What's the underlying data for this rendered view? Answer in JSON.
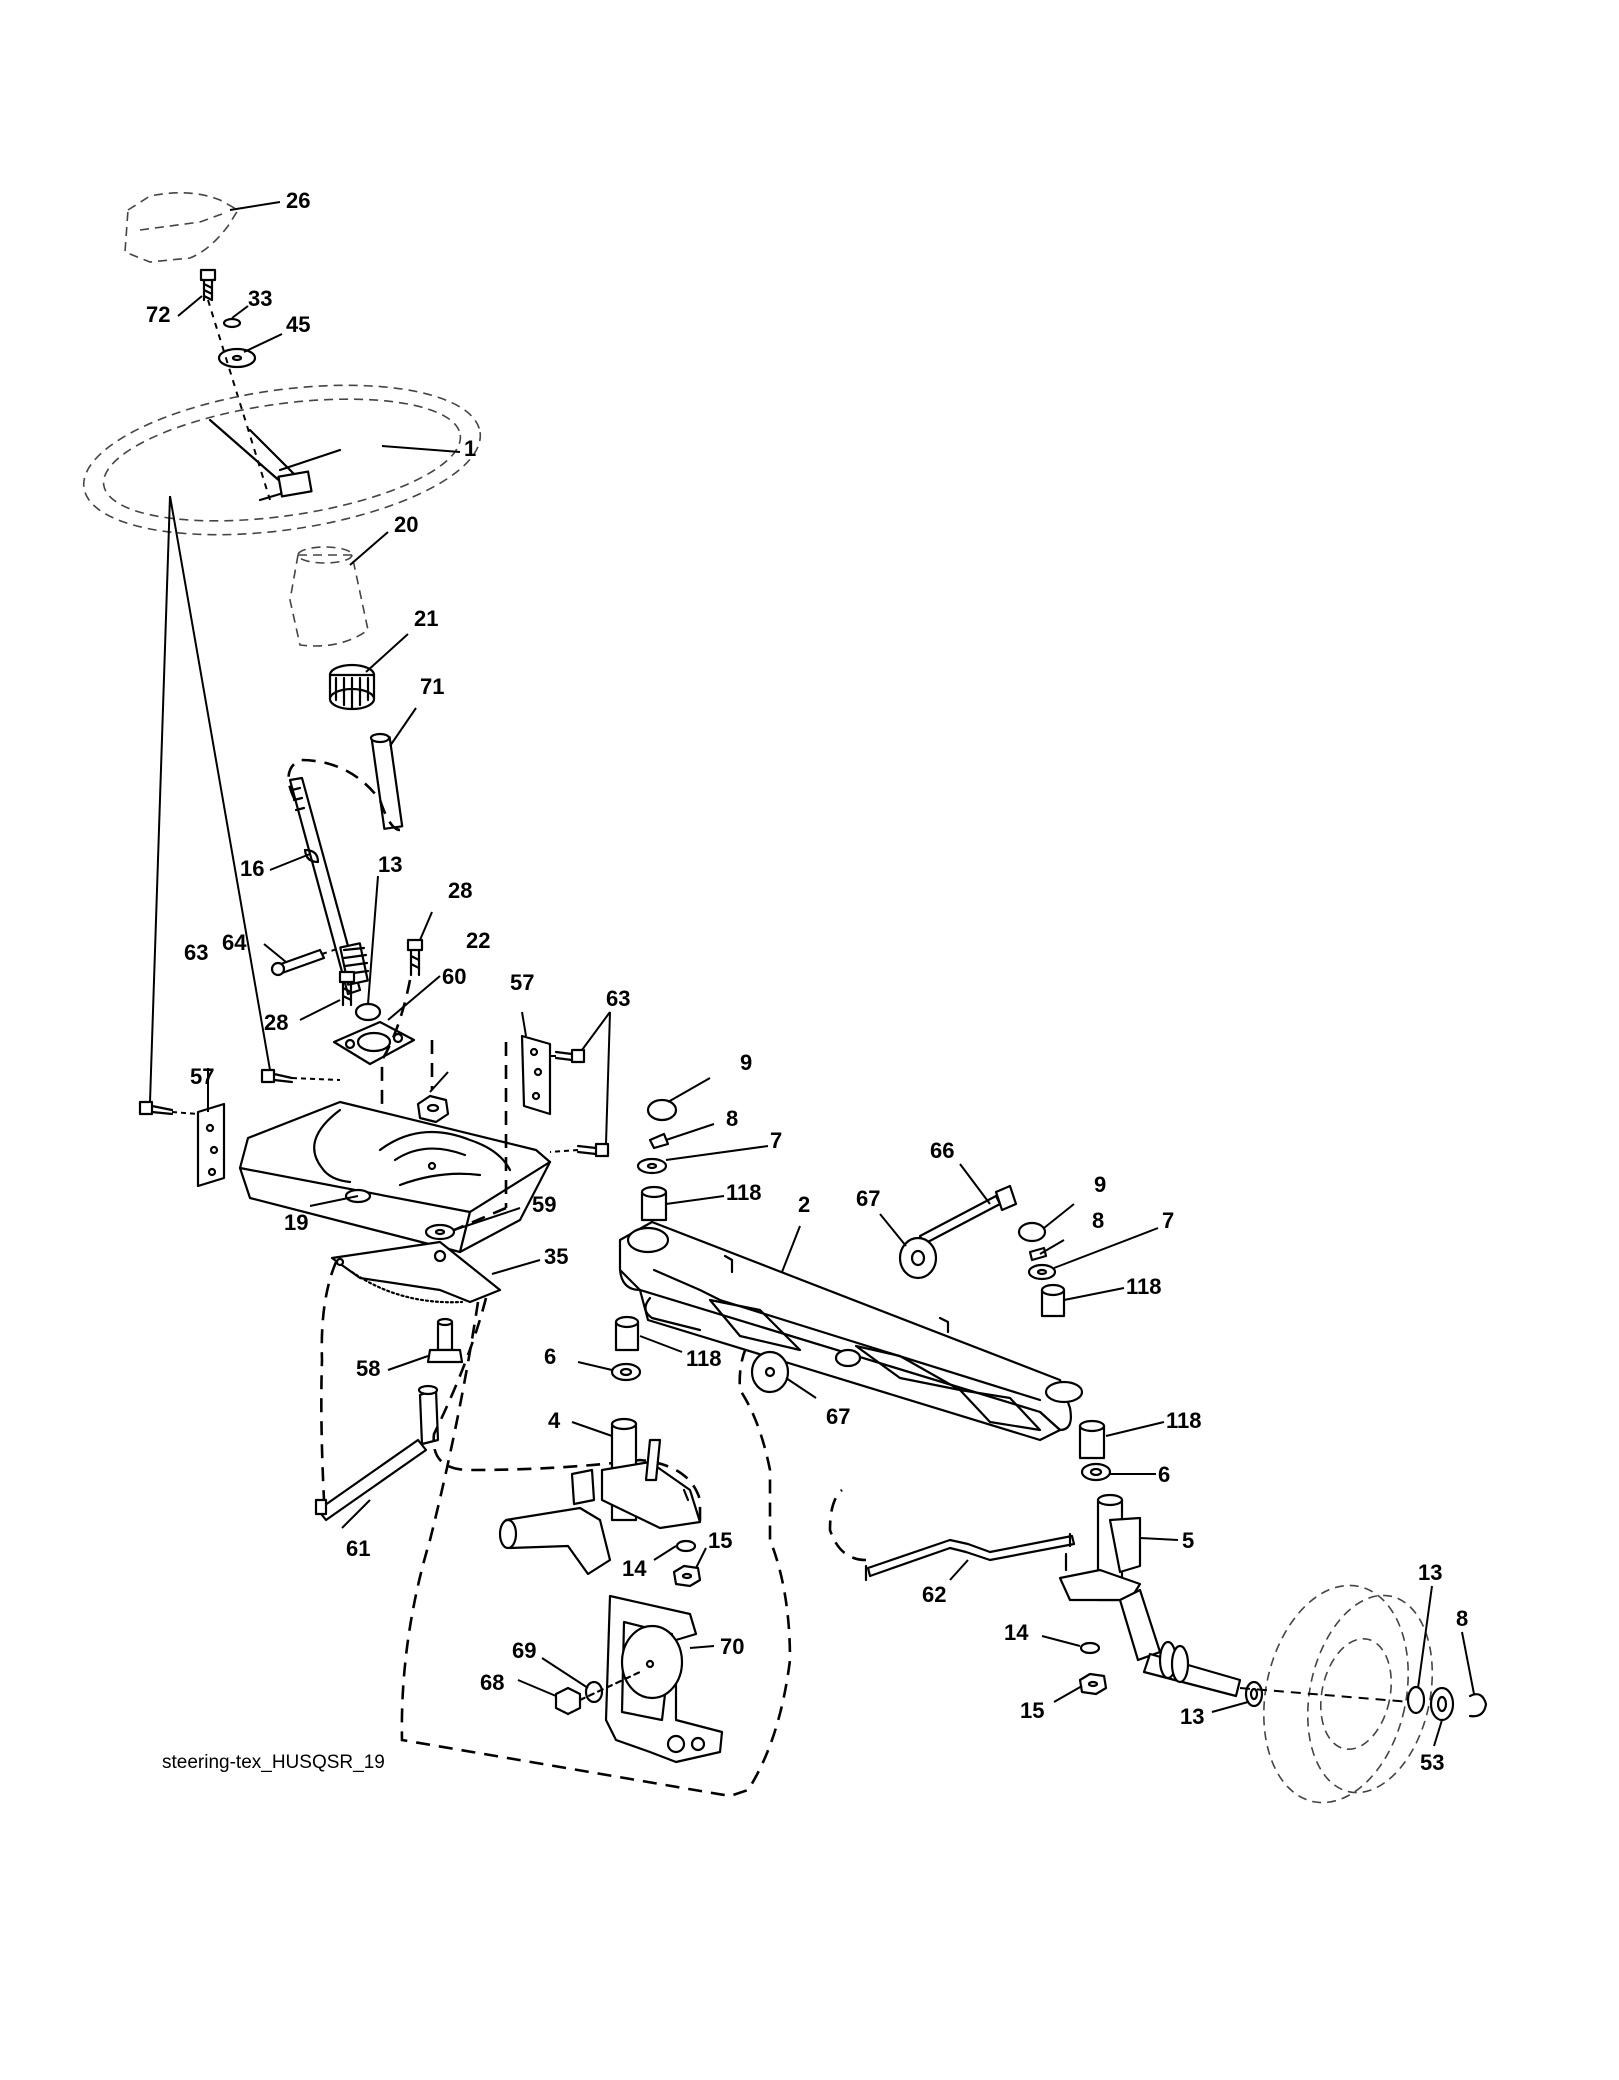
{
  "caption": "steering-tex_HUSQSR_19",
  "callouts": [
    {
      "id": "c-26",
      "label": "26"
    },
    {
      "id": "c-72",
      "label": "72"
    },
    {
      "id": "c-33",
      "label": "33"
    },
    {
      "id": "c-45",
      "label": "45"
    },
    {
      "id": "c-1",
      "label": "1"
    },
    {
      "id": "c-20",
      "label": "20"
    },
    {
      "id": "c-21",
      "label": "21"
    },
    {
      "id": "c-71",
      "label": "71"
    },
    {
      "id": "c-16",
      "label": "16"
    },
    {
      "id": "c-13a",
      "label": "13"
    },
    {
      "id": "c-28a",
      "label": "28"
    },
    {
      "id": "c-64",
      "label": "64"
    },
    {
      "id": "c-22",
      "label": "22"
    },
    {
      "id": "c-28b",
      "label": "28"
    },
    {
      "id": "c-63a",
      "label": "63"
    },
    {
      "id": "c-57a",
      "label": "57"
    },
    {
      "id": "c-60",
      "label": "60"
    },
    {
      "id": "c-63b",
      "label": "63"
    },
    {
      "id": "c-57b",
      "label": "57"
    },
    {
      "id": "c-19",
      "label": "19"
    },
    {
      "id": "c-59",
      "label": "59"
    },
    {
      "id": "c-35",
      "label": "35"
    },
    {
      "id": "c-58",
      "label": "58"
    },
    {
      "id": "c-61",
      "label": "61"
    },
    {
      "id": "c-9a",
      "label": "9"
    },
    {
      "id": "c-8a",
      "label": "8"
    },
    {
      "id": "c-7a",
      "label": "7"
    },
    {
      "id": "c-118a",
      "label": "118"
    },
    {
      "id": "c-2",
      "label": "2"
    },
    {
      "id": "c-66",
      "label": "66"
    },
    {
      "id": "c-67a",
      "label": "67"
    },
    {
      "id": "c-9b",
      "label": "9"
    },
    {
      "id": "c-8b",
      "label": "8"
    },
    {
      "id": "c-7b",
      "label": "7"
    },
    {
      "id": "c-118b",
      "label": "118"
    },
    {
      "id": "c-6a",
      "label": "6"
    },
    {
      "id": "c-118c",
      "label": "118"
    },
    {
      "id": "c-67b",
      "label": "67"
    },
    {
      "id": "c-4",
      "label": "4"
    },
    {
      "id": "c-118d",
      "label": "118"
    },
    {
      "id": "c-6b",
      "label": "6"
    },
    {
      "id": "c-5",
      "label": "5"
    },
    {
      "id": "c-14a",
      "label": "14"
    },
    {
      "id": "c-15a",
      "label": "15"
    },
    {
      "id": "c-62",
      "label": "62"
    },
    {
      "id": "c-69",
      "label": "69"
    },
    {
      "id": "c-70",
      "label": "70"
    },
    {
      "id": "c-68",
      "label": "68"
    },
    {
      "id": "c-14b",
      "label": "14"
    },
    {
      "id": "c-15b",
      "label": "15"
    },
    {
      "id": "c-13b",
      "label": "13"
    },
    {
      "id": "c-13c",
      "label": "13"
    },
    {
      "id": "c-8c",
      "label": "8"
    },
    {
      "id": "c-53",
      "label": "53"
    }
  ]
}
